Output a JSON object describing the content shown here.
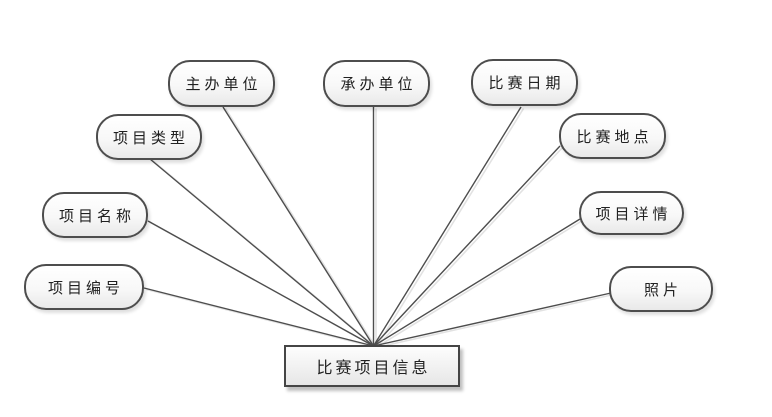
{
  "diagram": {
    "type": "entity-attribute-diagram",
    "entity": {
      "label": "比赛项目信息",
      "shape": "rectangle"
    },
    "attributes": [
      {
        "label": "项目编号",
        "shape": "rounded"
      },
      {
        "label": "项目名称",
        "shape": "rounded"
      },
      {
        "label": "项目类型",
        "shape": "rounded"
      },
      {
        "label": "主办单位",
        "shape": "rounded"
      },
      {
        "label": "承办单位",
        "shape": "rounded"
      },
      {
        "label": "比赛日期",
        "shape": "rounded"
      },
      {
        "label": "比赛地点",
        "shape": "rounded"
      },
      {
        "label": "项目详情",
        "shape": "rounded"
      },
      {
        "label": "照片",
        "shape": "rounded"
      }
    ],
    "edges": [
      {
        "from": "项目编号",
        "to": "比赛项目信息"
      },
      {
        "from": "项目名称",
        "to": "比赛项目信息"
      },
      {
        "from": "项目类型",
        "to": "比赛项目信息"
      },
      {
        "from": "主办单位",
        "to": "比赛项目信息"
      },
      {
        "from": "承办单位",
        "to": "比赛项目信息"
      },
      {
        "from": "比赛日期",
        "to": "比赛项目信息"
      },
      {
        "from": "比赛地点",
        "to": "比赛项目信息"
      },
      {
        "from": "项目详情",
        "to": "比赛项目信息"
      },
      {
        "from": "照片",
        "to": "比赛项目信息"
      }
    ],
    "colors": {
      "background": "#ffffff",
      "node_outline": "#4d4d4d",
      "node_fill_top": "#ffffff",
      "node_fill_bottom": "#e9e9e9",
      "line": "#4d4d4d",
      "line_shadow": "#e2e2e2",
      "text": "#212121"
    }
  }
}
